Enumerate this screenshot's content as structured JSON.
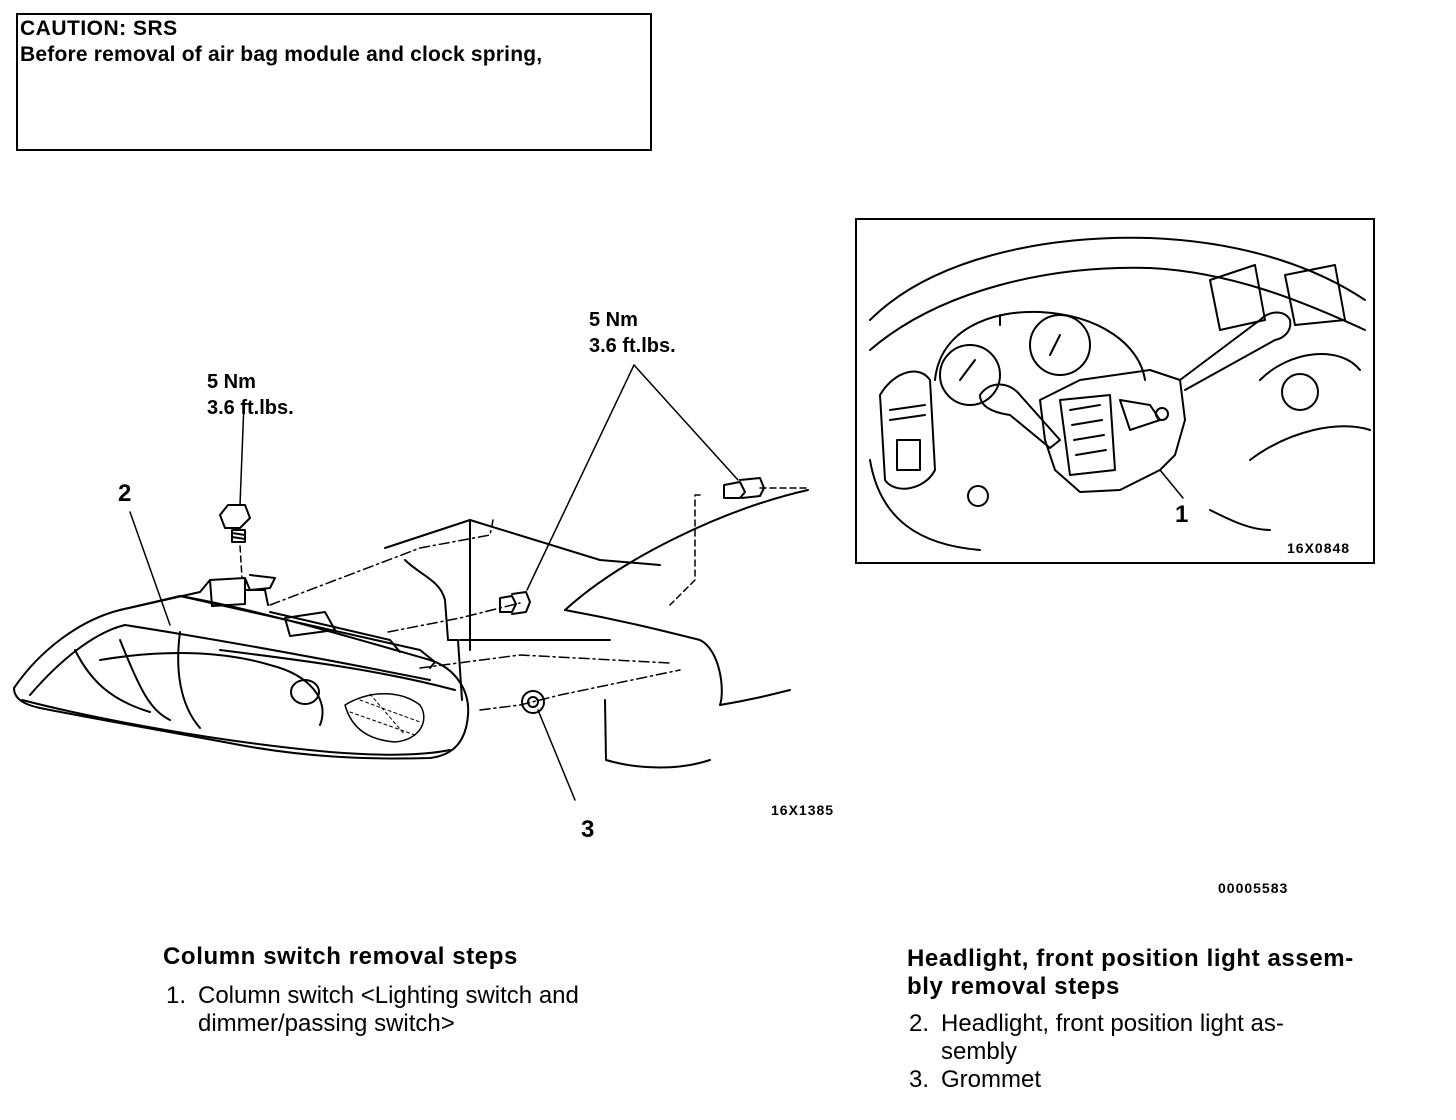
{
  "caution": {
    "title": "CAUTION: SRS",
    "text": "Before removal of air bag module and clock spring,"
  },
  "headlight_figure": {
    "torque_left": {
      "nm": "5 Nm",
      "ftlbs": "3.6 ft.lbs."
    },
    "torque_right": {
      "nm": "5 Nm",
      "ftlbs": "3.6 ft.lbs."
    },
    "callout_2": "2",
    "callout_3": "3",
    "figure_code": "16X1385"
  },
  "column_switch_figure": {
    "callout_1": "1",
    "figure_code": "16X0848"
  },
  "document_code": "00005583",
  "column_switch_steps": {
    "heading": "Column switch removal steps",
    "items": [
      {
        "number": "1.",
        "line1": "Column switch <Lighting switch and",
        "line2": "dimmer/passing switch>"
      }
    ]
  },
  "headlight_steps": {
    "heading_line1": "Headlight, front position light assem-",
    "heading_line2": "bly removal steps",
    "items": [
      {
        "number": "2.",
        "line1": "Headlight, front position light as-",
        "line2": "sembly"
      },
      {
        "number": "3.",
        "line1": "Grommet"
      }
    ]
  }
}
